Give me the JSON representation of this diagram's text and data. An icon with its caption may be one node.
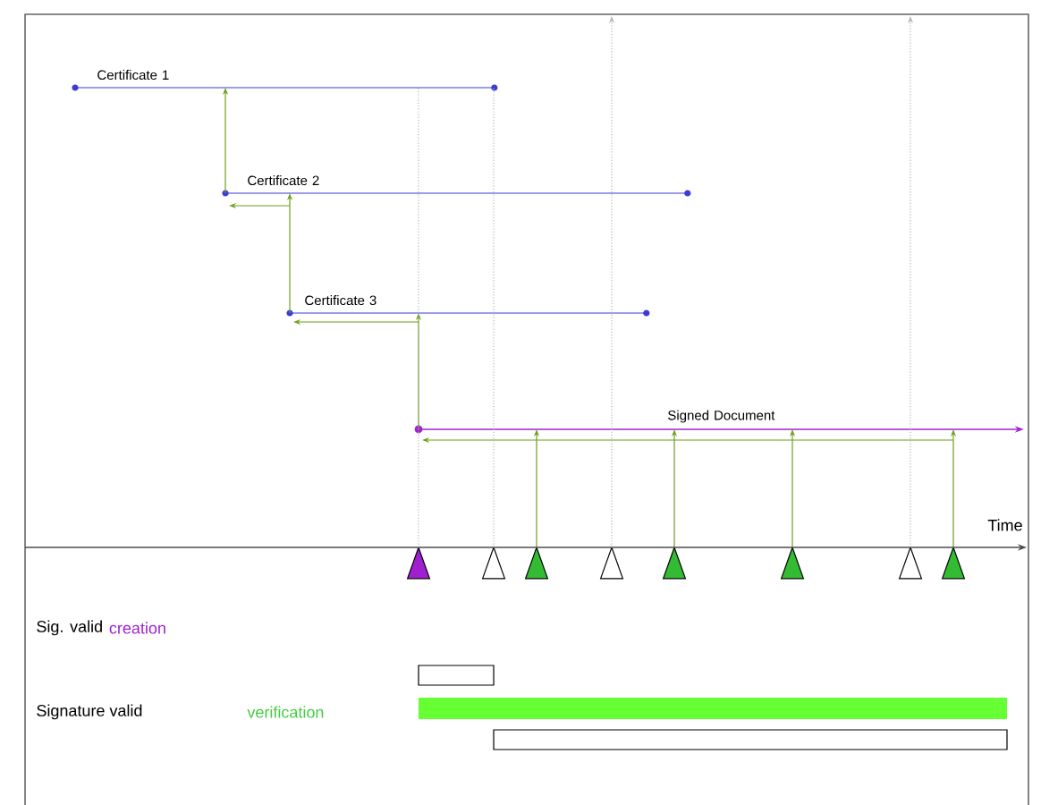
{
  "diagram": {
    "nodes": [
      {
        "text": [
          "Certificate 1"
        ]
      },
      {
        "text": [
          "Certificate 2"
        ]
      },
      {
        "text": [
          "Certificate 3"
        ]
      },
      {
        "text": [
          "Signed Document"
        ]
      },
      {
        "text": [],
        "shape": "triangle"
      },
      {
        "text": [],
        "shape": "triangle"
      },
      {
        "text": [],
        "shape": "triangle"
      },
      {
        "text": [],
        "shape": "triangle"
      },
      {
        "text": [],
        "shape": "triangle"
      },
      {
        "text": [],
        "shape": "triangle"
      },
      {
        "text": [],
        "shape": "triangle"
      },
      {
        "text": [],
        "shape": "triangle"
      }
    ],
    "edges": [
      {
        "from": 1,
        "to": 0,
        "arrow": "to"
      },
      {
        "from": 2,
        "to": 1,
        "arrow": "to"
      },
      {
        "from": 3,
        "to": 2,
        "arrow": "to"
      },
      {
        "from": 6,
        "to": 3,
        "arrow": "to"
      },
      {
        "from": 8,
        "to": 3,
        "arrow": "to"
      },
      {
        "from": 9,
        "to": 3,
        "arrow": "to"
      },
      {
        "from": 11,
        "to": 3,
        "arrow": "to"
      },
      {
        "from": 4,
        "to": 0,
        "arrow": "none",
        "style": "dashed",
        "color": "#b4b4b4"
      },
      {
        "from": 5,
        "to": 0,
        "arrow": "none",
        "style": "dashed",
        "color": "#b4b4b4"
      },
      {
        "from": 7,
        "to": null,
        "arrow": "to",
        "style": "dashed",
        "color": "#b4b4b4"
      },
      {
        "from": 10,
        "to": null,
        "arrow": "to",
        "style": "dashed",
        "color": "#b4b4b4"
      }
    ],
    "labels": [
      "Time",
      "Sig. valid",
      "creation",
      "Signature valid",
      "verification"
    ]
  }
}
